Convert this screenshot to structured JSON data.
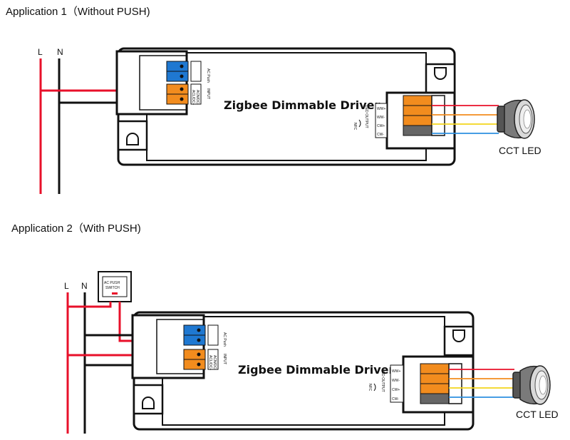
{
  "app1": {
    "caption": "Application 1（Without PUSH)",
    "L": "L",
    "N": "N",
    "driver_title": "Zigbee Dimmable Driver",
    "input_ac_label": "AC Push",
    "input_label": "INPUT",
    "input_terminals": [
      "ACL/DC+",
      "ACN/DC-"
    ],
    "output_label": "LED OUTPUT",
    "output_terminals": [
      "WW+",
      "WW-",
      "CW+",
      "CW-"
    ],
    "nfc_label": "NFC",
    "lamp_label": "CCT LED"
  },
  "app2": {
    "caption": "Application 2（With PUSH)",
    "L": "L",
    "N": "N",
    "switch_label_1": "AC PUSH",
    "switch_label_2": "SWITCH",
    "driver_title": "Zigbee Dimmable Driver",
    "input_ac_label": "AC Push",
    "input_label": "INPUT",
    "input_terminals": [
      "ACL/DC+",
      "ACN/DC-"
    ],
    "output_label": "LED OUTPUT",
    "output_terminals": [
      "WW+",
      "WW-",
      "CW+",
      "CW-"
    ],
    "nfc_label": "NFC",
    "lamp_label": "CCT LED"
  },
  "colors": {
    "live_wire": "#e8102a",
    "neutral_wire": "#111111",
    "push_terminal": "#1f78d1",
    "input_terminal": "#f28c1e",
    "ww_plus": "#e8102a",
    "ww_minus": "#f28c1e",
    "cw_plus": "#f3d41c",
    "cw_minus": "#2d8fe0"
  }
}
